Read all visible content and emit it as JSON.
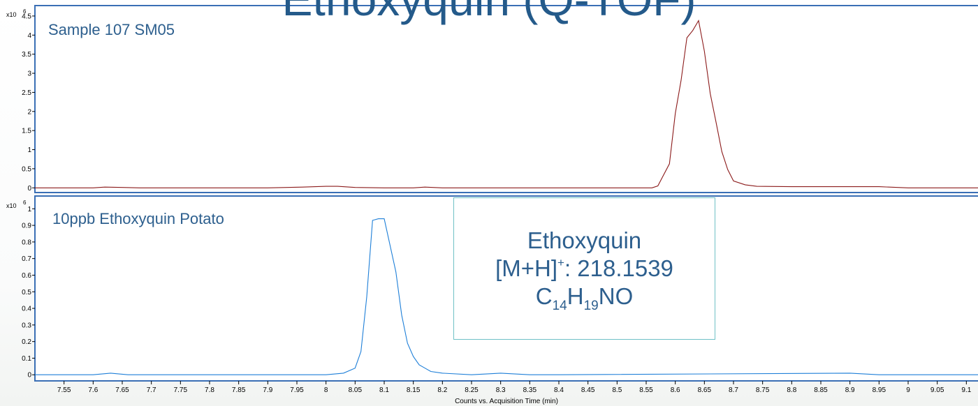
{
  "title": "Ethoxyquin (Q-TOF)",
  "x_axis_title": "Counts vs. Acquisition Time (min)",
  "scale_text": "x10",
  "scale_exp": "6",
  "infobox": {
    "name": "Ethoxyquin",
    "ion_prefix": "[M+H]",
    "ion_charge": "+",
    "ion_value": ": 218.1539",
    "formula_c": "C",
    "formula_c_n": "14",
    "formula_h": "H",
    "formula_h_n": "19",
    "formula_rest": "NO"
  },
  "colors": {
    "top_trace": "#8b1a1a",
    "bottom_trace": "#1e7fd8",
    "panel_border": "#3a6fb5",
    "label_text": "#2d5f8e",
    "box_border": "#6fc1c6"
  },
  "chart_data": [
    {
      "type": "line",
      "label": "Sample 107 SM05",
      "xlim": [
        7.5,
        9.12
      ],
      "ylim": [
        -0.05,
        4.7
      ],
      "yticks": [
        0,
        0.5,
        1,
        1.5,
        2,
        2.5,
        3,
        3.5,
        4,
        4.5
      ],
      "ytick_labels": [
        "0",
        "0.5",
        "1",
        "1.5",
        "2",
        "2.5",
        "3",
        "3.5",
        "4",
        "4.5"
      ],
      "series": [
        {
          "x": [
            7.5,
            7.6,
            7.62,
            7.65,
            7.68,
            7.7,
            7.9,
            7.96,
            8.0,
            8.02,
            8.05,
            8.1,
            8.15,
            8.17,
            8.2,
            8.5,
            8.56,
            8.57,
            8.59,
            8.6,
            8.61,
            8.62,
            8.63,
            8.64,
            8.65,
            8.66,
            8.67,
            8.68,
            8.69,
            8.7,
            8.72,
            8.74,
            8.8,
            8.95,
            9.0,
            9.12
          ],
          "y": [
            0.0,
            0.0,
            0.02,
            0.01,
            0.0,
            0.0,
            0.0,
            0.02,
            0.04,
            0.04,
            0.01,
            0.0,
            0.0,
            0.02,
            0.0,
            0.0,
            0.0,
            0.05,
            0.63,
            1.95,
            2.82,
            3.93,
            4.12,
            4.38,
            3.58,
            2.47,
            1.72,
            0.95,
            0.48,
            0.18,
            0.08,
            0.04,
            0.03,
            0.03,
            0.0,
            0.0
          ]
        }
      ]
    },
    {
      "type": "line",
      "label": "10ppb Ethoxyquin Potato",
      "xlim": [
        7.5,
        9.12
      ],
      "ylim": [
        -0.02,
        1.06
      ],
      "yticks": [
        0,
        0.1,
        0.2,
        0.3,
        0.4,
        0.5,
        0.6,
        0.7,
        0.8,
        0.9,
        1
      ],
      "ytick_labels": [
        "0",
        "0.1",
        "0.2",
        "0.3",
        "0.4",
        "0.5",
        "0.6",
        "0.7",
        "0.8",
        "0.9",
        "1"
      ],
      "xticks": [
        7.55,
        7.6,
        7.65,
        7.7,
        7.75,
        7.8,
        7.85,
        7.9,
        7.95,
        8,
        8.05,
        8.1,
        8.15,
        8.2,
        8.25,
        8.3,
        8.35,
        8.4,
        8.45,
        8.5,
        8.55,
        8.6,
        8.65,
        8.7,
        8.75,
        8.8,
        8.85,
        8.9,
        8.95,
        9,
        9.05,
        9.1
      ],
      "xtick_labels": [
        "7.55",
        "7.6",
        "7.65",
        "7.7",
        "7.75",
        "7.8",
        "7.85",
        "7.9",
        "7.95",
        "8",
        "8.05",
        "8.1",
        "8.15",
        "8.2",
        "8.25",
        "8.3",
        "8.35",
        "8.4",
        "8.45",
        "8.5",
        "8.55",
        "8.6",
        "8.65",
        "8.7",
        "8.75",
        "8.8",
        "8.85",
        "8.9",
        "8.95",
        "9",
        "9.05",
        "9.1"
      ],
      "series": [
        {
          "x": [
            7.5,
            7.55,
            7.6,
            7.63,
            7.66,
            7.7,
            8.0,
            8.03,
            8.05,
            8.06,
            8.07,
            8.08,
            8.09,
            8.1,
            8.12,
            8.13,
            8.14,
            8.15,
            8.16,
            8.17,
            8.18,
            8.2,
            8.25,
            8.3,
            8.35,
            8.4,
            8.9,
            8.95,
            9.12
          ],
          "y": [
            0.0,
            0.0,
            0.0,
            0.01,
            0.0,
            0.0,
            0.0,
            0.01,
            0.04,
            0.14,
            0.47,
            0.93,
            0.94,
            0.94,
            0.62,
            0.36,
            0.19,
            0.11,
            0.06,
            0.04,
            0.02,
            0.01,
            0.0,
            0.01,
            0.0,
            0.0,
            0.01,
            0.0,
            0.0
          ]
        }
      ]
    }
  ]
}
